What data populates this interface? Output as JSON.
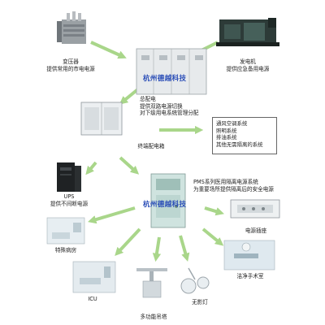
{
  "watermark": "杭州德越科技",
  "nodes": {
    "transformer": [
      "变压器",
      "提供常用的市电电源"
    ],
    "generator": [
      "发电机",
      "提供应急备用电源"
    ],
    "main_panel": [
      "总配电",
      "提供双路电源切换",
      "对下级用电系统管理分配"
    ],
    "systems": [
      "通风空调系统",
      "照明系统",
      "排油系统",
      "其他无需隔离的系统"
    ],
    "terminal": [
      "终端配电箱"
    ],
    "pms": [
      "PMS系列医用隔离电源系统",
      "为重要场所提供隔离后的安全电源"
    ],
    "ups": [
      "UPS",
      "提供不间断电源"
    ],
    "ward": [
      "特殊病房"
    ],
    "socket": [
      "电源插座"
    ],
    "clean_room": [
      "洁净手术室"
    ],
    "icu": [
      "ICU"
    ],
    "tower": [
      "多功能吊塔"
    ],
    "lamp": [
      "无影灯"
    ]
  },
  "colors": {
    "arrow": "#a9d68a",
    "watermark": "#2c4fb8"
  }
}
